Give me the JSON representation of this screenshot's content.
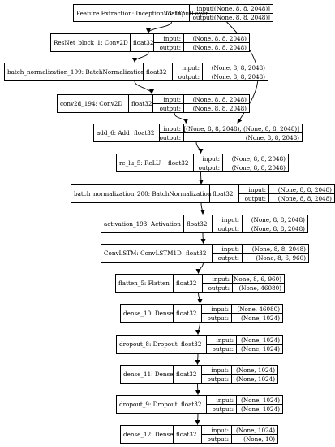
{
  "io_labels": {
    "input": "input:",
    "output": "output:"
  },
  "nodes": [
    {
      "id": "input_layer",
      "name": "Feature Extraction: InceptionV3: InputLayer",
      "dtype": "float32",
      "input": "[(None, 8, 8, 2048)]",
      "output": "[(None, 8, 8, 2048)]"
    },
    {
      "id": "resnet_block_1",
      "name": "ResNet_block_1: Conv2D",
      "dtype": "float32",
      "input": "(None, 8, 8, 2048)",
      "output": "(None, 8, 8, 2048)"
    },
    {
      "id": "batch_norm_199",
      "name": "batch_normalization_199: BatchNormalization",
      "dtype": "float32",
      "input": "(None, 8, 8, 2048)",
      "output": "(None, 8, 8, 2048)"
    },
    {
      "id": "conv2d_194",
      "name": "conv2d_194: Conv2D",
      "dtype": "float32",
      "input": "(None, 8, 8, 2048)",
      "output": "(None, 8, 8, 2048)"
    },
    {
      "id": "add_6",
      "name": "add_6: Add",
      "dtype": "float32",
      "input": "[(None, 8, 8, 2048), (None, 8, 8, 2048)]",
      "output": "(None, 8, 8, 2048)"
    },
    {
      "id": "re_lu_5",
      "name": "re_lu_5: ReLU",
      "dtype": "float32",
      "input": "(None, 8, 8, 2048)",
      "output": "(None, 8, 8, 2048)"
    },
    {
      "id": "batch_norm_200",
      "name": "batch_normalization_200: BatchNormalization",
      "dtype": "float32",
      "input": "(None, 8, 8, 2048)",
      "output": "(None, 8, 8, 2048)"
    },
    {
      "id": "activation_193",
      "name": "activation_193: Activation",
      "dtype": "float32",
      "input": "(None, 8, 8, 2048)",
      "output": "(None, 8, 8, 2048)"
    },
    {
      "id": "convlstm",
      "name": "ConvLSTM: ConvLSTM1D",
      "dtype": "float32",
      "input": "(None, 8, 8, 2048)",
      "output": "(None, 8, 6, 960)"
    },
    {
      "id": "flatten_5",
      "name": "flatten_5: Flatten",
      "dtype": "float32",
      "input": "(None, 8, 6, 960)",
      "output": "(None, 46080)"
    },
    {
      "id": "dense_10",
      "name": "dense_10: Dense",
      "dtype": "float32",
      "input": "(None, 46080)",
      "output": "(None, 1024)"
    },
    {
      "id": "dropout_8",
      "name": "dropout_8: Dropout",
      "dtype": "float32",
      "input": "(None, 1024)",
      "output": "(None, 1024)"
    },
    {
      "id": "dense_11",
      "name": "dense_11: Dense",
      "dtype": "float32",
      "input": "(None, 1024)",
      "output": "(None, 1024)"
    },
    {
      "id": "dropout_9",
      "name": "dropout_9: Dropout",
      "dtype": "float32",
      "input": "(None, 1024)",
      "output": "(None, 1024)"
    },
    {
      "id": "dense_12",
      "name": "dense_12: Dense",
      "dtype": "float32",
      "input": "(None, 1024)",
      "output": "(None, 10)"
    }
  ],
  "edges": [
    [
      "input_layer",
      "resnet_block_1"
    ],
    [
      "input_layer",
      "add_6"
    ],
    [
      "resnet_block_1",
      "batch_norm_199"
    ],
    [
      "batch_norm_199",
      "conv2d_194"
    ],
    [
      "conv2d_194",
      "add_6"
    ],
    [
      "add_6",
      "re_lu_5"
    ],
    [
      "re_lu_5",
      "batch_norm_200"
    ],
    [
      "batch_norm_200",
      "activation_193"
    ],
    [
      "activation_193",
      "convlstm"
    ],
    [
      "convlstm",
      "flatten_5"
    ],
    [
      "flatten_5",
      "dense_10"
    ],
    [
      "dense_10",
      "dropout_8"
    ],
    [
      "dropout_8",
      "dense_11"
    ],
    [
      "dense_11",
      "dropout_9"
    ],
    [
      "dropout_9",
      "dense_12"
    ]
  ]
}
